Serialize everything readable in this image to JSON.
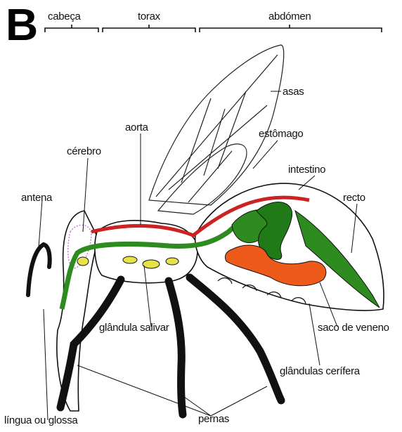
{
  "figure": {
    "panel_letter": "B",
    "regions": {
      "head": "cabeça",
      "thorax": "torax",
      "abdomen": "abdómen"
    },
    "labels": {
      "wings": "asas",
      "aorta": "aorta",
      "stomach": "estômago",
      "brain": "cérebro",
      "intestine": "intestino",
      "antenna": "antena",
      "rectum": "recto",
      "salivary_gland": "glândula salivar",
      "venom_sac": "saco de veneno",
      "wax_glands": "glândulas cerífera",
      "tongue": "língua ou glossa",
      "legs": "pernas"
    },
    "colors": {
      "digestive": "#2e8b1f",
      "intestine": "#1f7a17",
      "aorta": "#cc2222",
      "venom": "#ee5a1a",
      "salivary": "#e8e24a",
      "outline": "#111111"
    }
  }
}
